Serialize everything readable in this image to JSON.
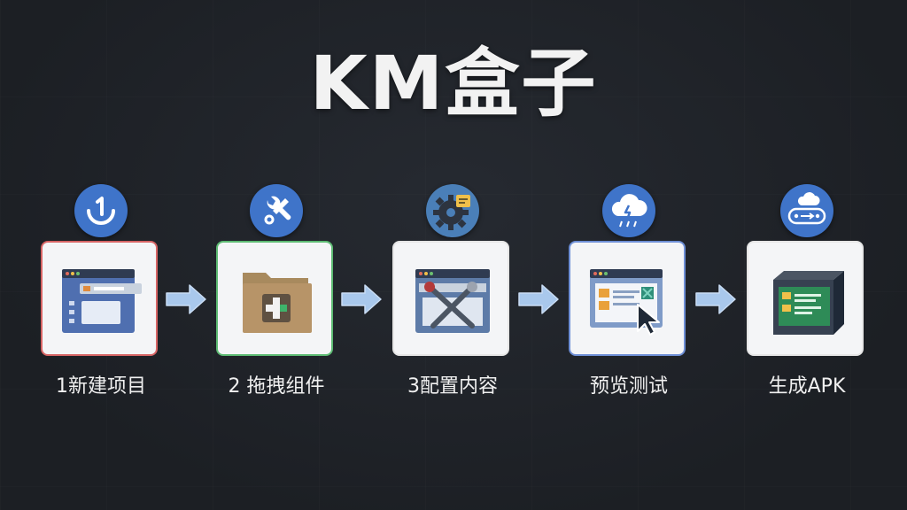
{
  "title": "KM盒子",
  "steps": [
    {
      "label": "1新建项目",
      "badge_icon": "number-one-icon",
      "card_icon": "browser-window-icon",
      "border": "#d76565"
    },
    {
      "label": "2 拖拽组件",
      "badge_icon": "wrench-icon",
      "card_icon": "folder-plus-icon",
      "border": "#5dbb73"
    },
    {
      "label": "3配置内容",
      "badge_icon": "gear-icon",
      "card_icon": "tools-window-icon",
      "border": "#e6e6e6"
    },
    {
      "label": "预览测试",
      "badge_icon": "cloud-icon",
      "card_icon": "cursor-window-icon",
      "border": "#6e8fd6"
    },
    {
      "label": "生成APK",
      "badge_icon": "cloud-package-icon",
      "card_icon": "box-icon",
      "border": "#e6e6e6"
    }
  ],
  "colors": {
    "background": "#1f2329",
    "badge": "#3f74c9",
    "arrow": "#a9c8ec",
    "card": "#f4f5f7"
  }
}
